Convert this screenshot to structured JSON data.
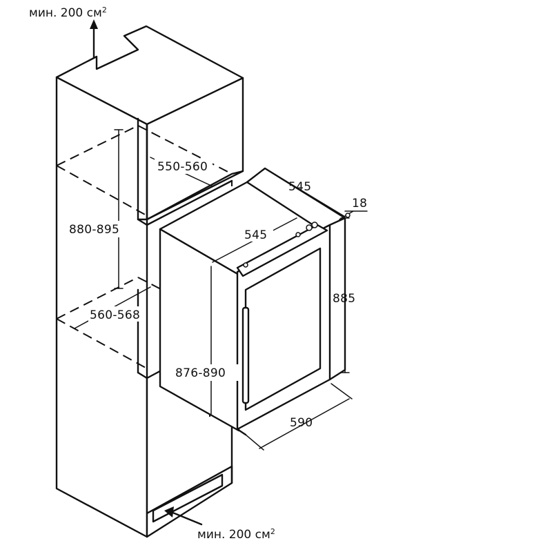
{
  "labels": {
    "top_vent": "мин. 200 см",
    "bottom_vent": "мин. 200 см",
    "sup": "2"
  },
  "dimensions": {
    "niche_depth": "550-560",
    "niche_height": "880-895",
    "niche_width": "560-568",
    "appliance_depth_top": "545",
    "appliance_depth_side": "545",
    "appliance_height_body": "876-890",
    "appliance_height_total": "885",
    "door_thickness": "18",
    "appliance_width": "590"
  }
}
